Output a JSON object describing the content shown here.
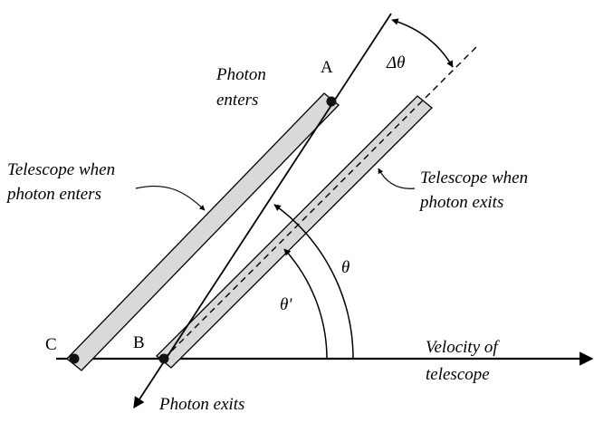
{
  "diagram": {
    "points": {
      "a": "A",
      "b": "B",
      "c": "C"
    },
    "labels": {
      "photon_enters_1": "Photon",
      "photon_enters_2": "enters",
      "telescope_enter_1": "Telescope when",
      "telescope_enter_2": "photon enters",
      "telescope_exit_1": "Telescope when",
      "telescope_exit_2": "photon exits",
      "theta": "θ",
      "theta_prime": "θ′",
      "delta_theta": "Δθ",
      "velocity_1": "Velocity of",
      "velocity_2": "telescope",
      "photon_exits": "Photon exits"
    },
    "colors": {
      "telescope_fill": "#d9d9d9",
      "stroke": "#000000"
    }
  }
}
